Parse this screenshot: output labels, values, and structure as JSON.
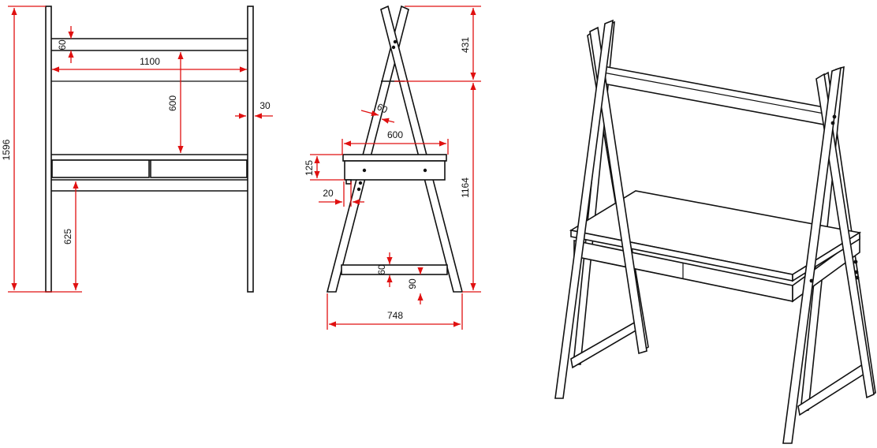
{
  "dimensions": {
    "total_height": "1596",
    "shelf_thickness": "60",
    "inner_width": "1100",
    "upper_height": "600",
    "leg_thickness": "30",
    "desk_height": "625",
    "top_height": "431",
    "leg_depth": "60",
    "desk_depth": "600",
    "drawer_height": "125",
    "drawer_offset": "20",
    "lower_height": "1164",
    "bar_thickness": "60",
    "bar_height": "90",
    "base_depth": "748"
  },
  "colors": {
    "line": "#111111",
    "dimension": "#e01010"
  }
}
